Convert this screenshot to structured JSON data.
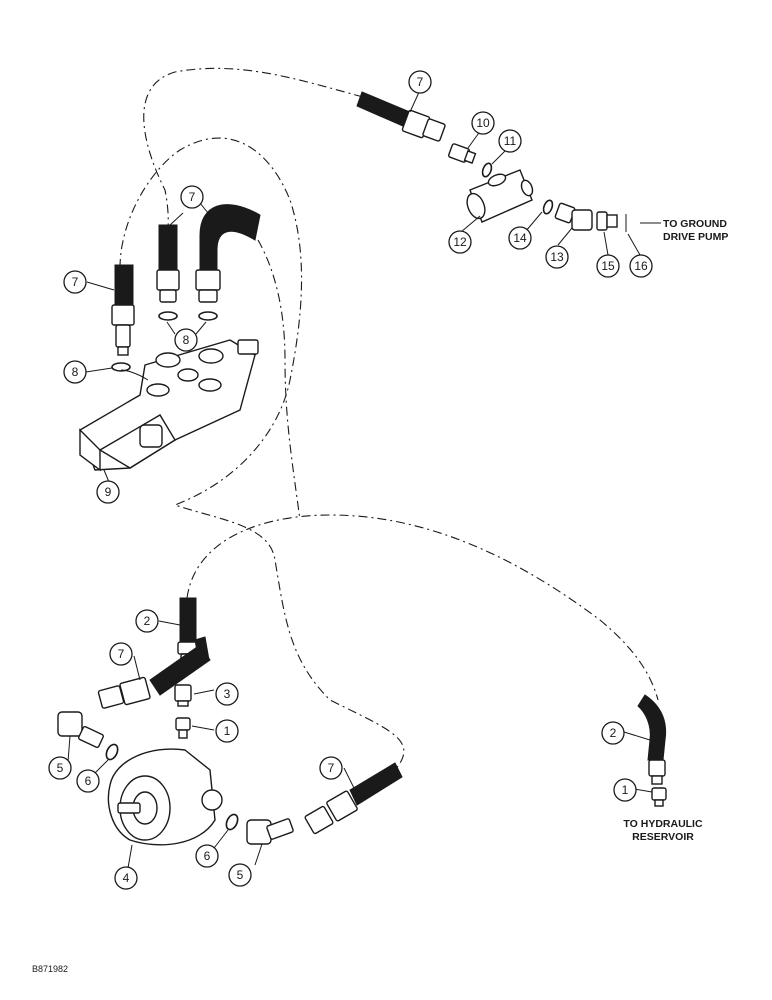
{
  "figure_id": "B871982",
  "notes": {
    "ground_drive_pump_line1": "TO GROUND",
    "ground_drive_pump_line2": "DRIVE PUMP",
    "hydraulic_reservoir_line1": "TO HYDRAULIC",
    "hydraulic_reservoir_line2": "RESERVOIR"
  },
  "callouts": {
    "c7_top": "7",
    "c10": "10",
    "c11": "11",
    "c12": "12",
    "c14": "14",
    "c13": "13",
    "c15": "15",
    "c16": "16",
    "c7_valve_a": "7",
    "c7_valve_b": "7",
    "c8_right": "8",
    "c8_left": "8",
    "c9": "9",
    "c2_mid": "2",
    "c7_motor": "7",
    "c3": "3",
    "c1_mid": "1",
    "c5_left": "5",
    "c6_left": "6",
    "c4": "4",
    "c6_bottom": "6",
    "c5_bottom": "5",
    "c7_bottom": "7",
    "c2_right": "2",
    "c1_right": "1"
  },
  "colors": {
    "line": "#1a1a1a",
    "paper": "#ffffff"
  }
}
